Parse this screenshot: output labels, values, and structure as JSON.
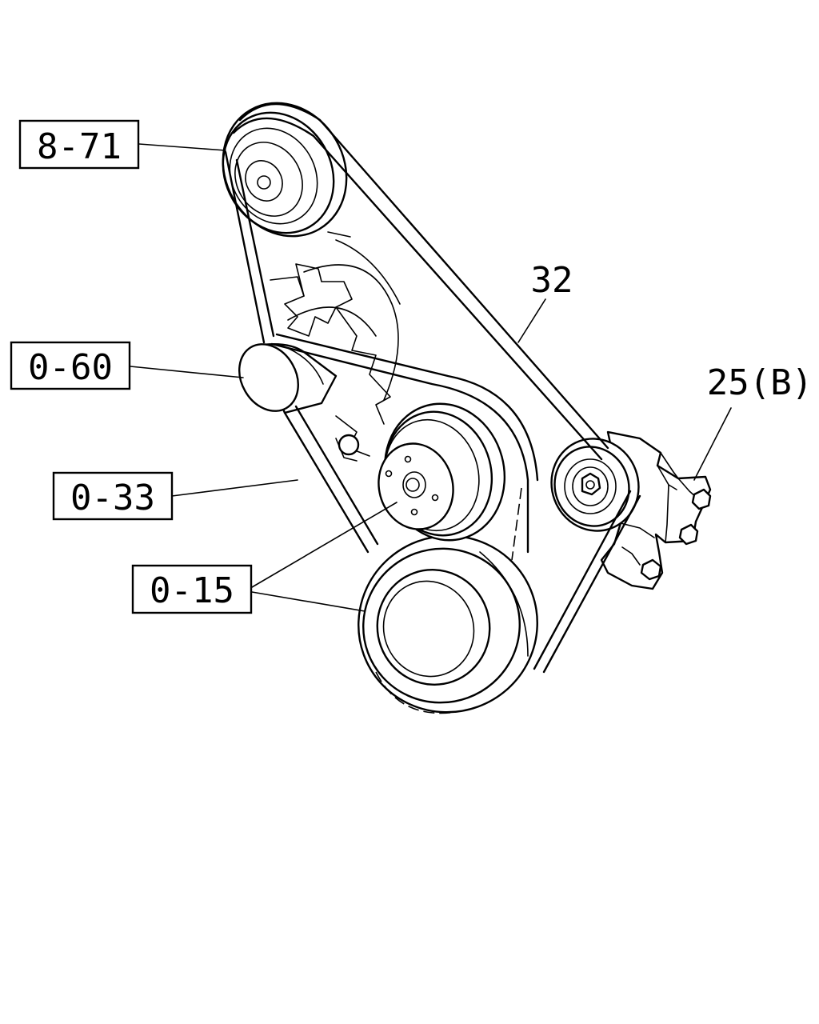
{
  "callouts": {
    "c1": "8-71",
    "c2": "0-60",
    "c3": "0-33",
    "c4": "0-15",
    "c5": "32",
    "c6": "25(B)"
  }
}
